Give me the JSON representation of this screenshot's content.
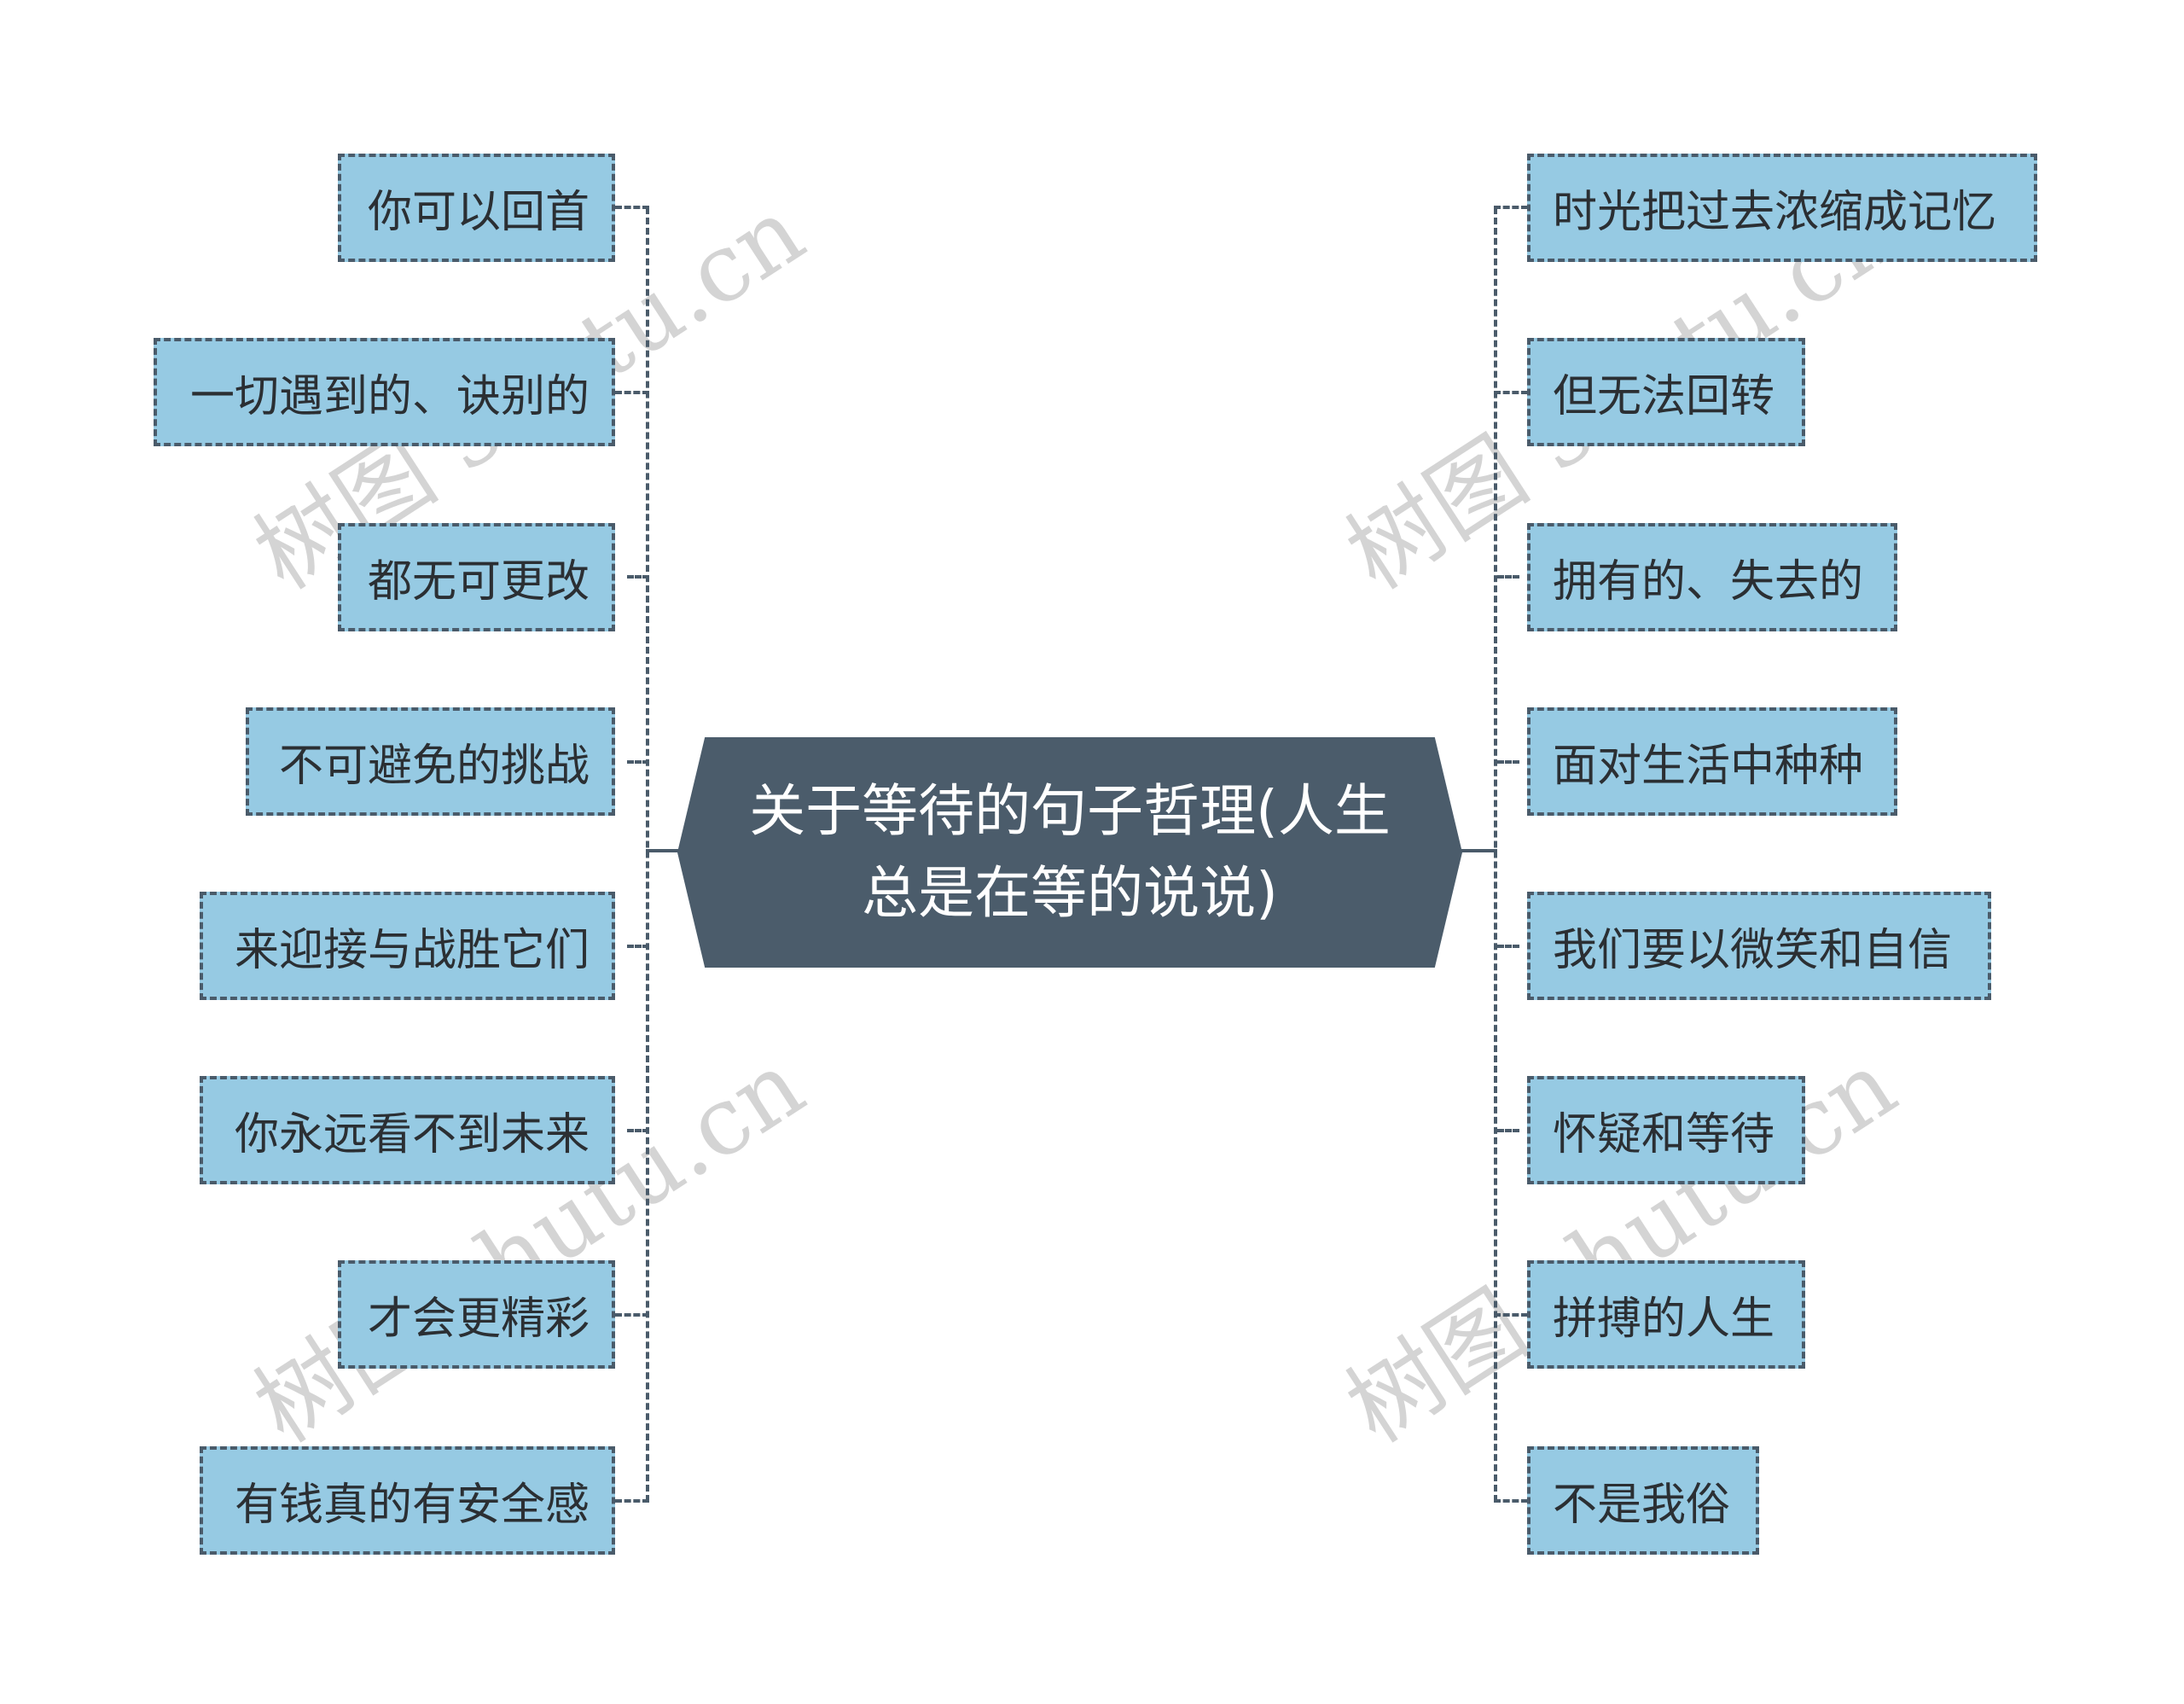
{
  "diagram": {
    "type": "mind-map",
    "center": {
      "title": "关于等待的句子哲理(人生总是在等的说说)",
      "color": "#4b5c6b"
    },
    "left_branches": [
      {
        "label": "你可以回首"
      },
      {
        "label": "一切遇到的、诀别的"
      },
      {
        "label": "都无可更改"
      },
      {
        "label": "不可避免的挑战"
      },
      {
        "label": "来迎接与战胜它们"
      },
      {
        "label": "你永远看不到未来"
      },
      {
        "label": "才会更精彩"
      },
      {
        "label": "有钱真的有安全感"
      }
    ],
    "right_branches": [
      {
        "label": "时光把过去浓缩成记忆"
      },
      {
        "label": "但无法回转"
      },
      {
        "label": "拥有的、失去的"
      },
      {
        "label": "面对生活中种种"
      },
      {
        "label": "我们要以微笑和自信"
      },
      {
        "label": "怀疑和等待"
      },
      {
        "label": "拼搏的人生"
      },
      {
        "label": "不是我俗"
      }
    ],
    "colors": {
      "node_fill": "#96cae3",
      "node_border": "#4a5b6a",
      "node_text": "#2b2f33",
      "center_text": "#ffffff"
    }
  },
  "watermark": {
    "text": "树图 shutu.cn"
  }
}
